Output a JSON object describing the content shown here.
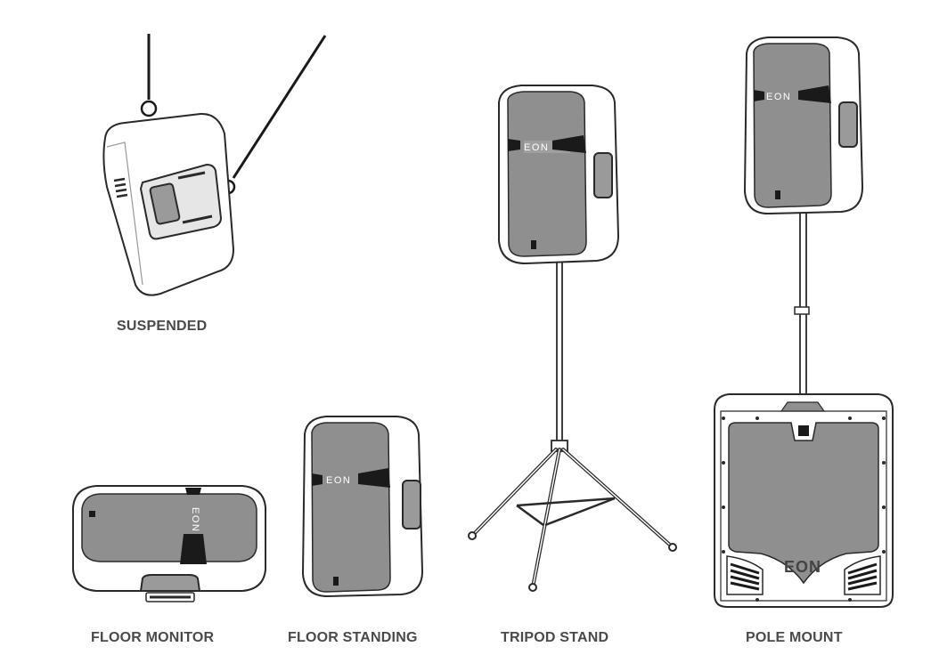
{
  "captions": {
    "suspended": "SUSPENDED",
    "floor_monitor": "FLOOR MONITOR",
    "floor_standing": "FLOOR STANDING",
    "tripod_stand": "TRIPOD STAND",
    "pole_mount": "POLE MOUNT"
  },
  "brand": {
    "logo": "EON"
  },
  "colors": {
    "grille": "#8f8f8f",
    "cabinet": "#ffffff",
    "outline": "#2a2a2a",
    "caption": "#4a4a4a",
    "accent": "#1a1a1a"
  }
}
